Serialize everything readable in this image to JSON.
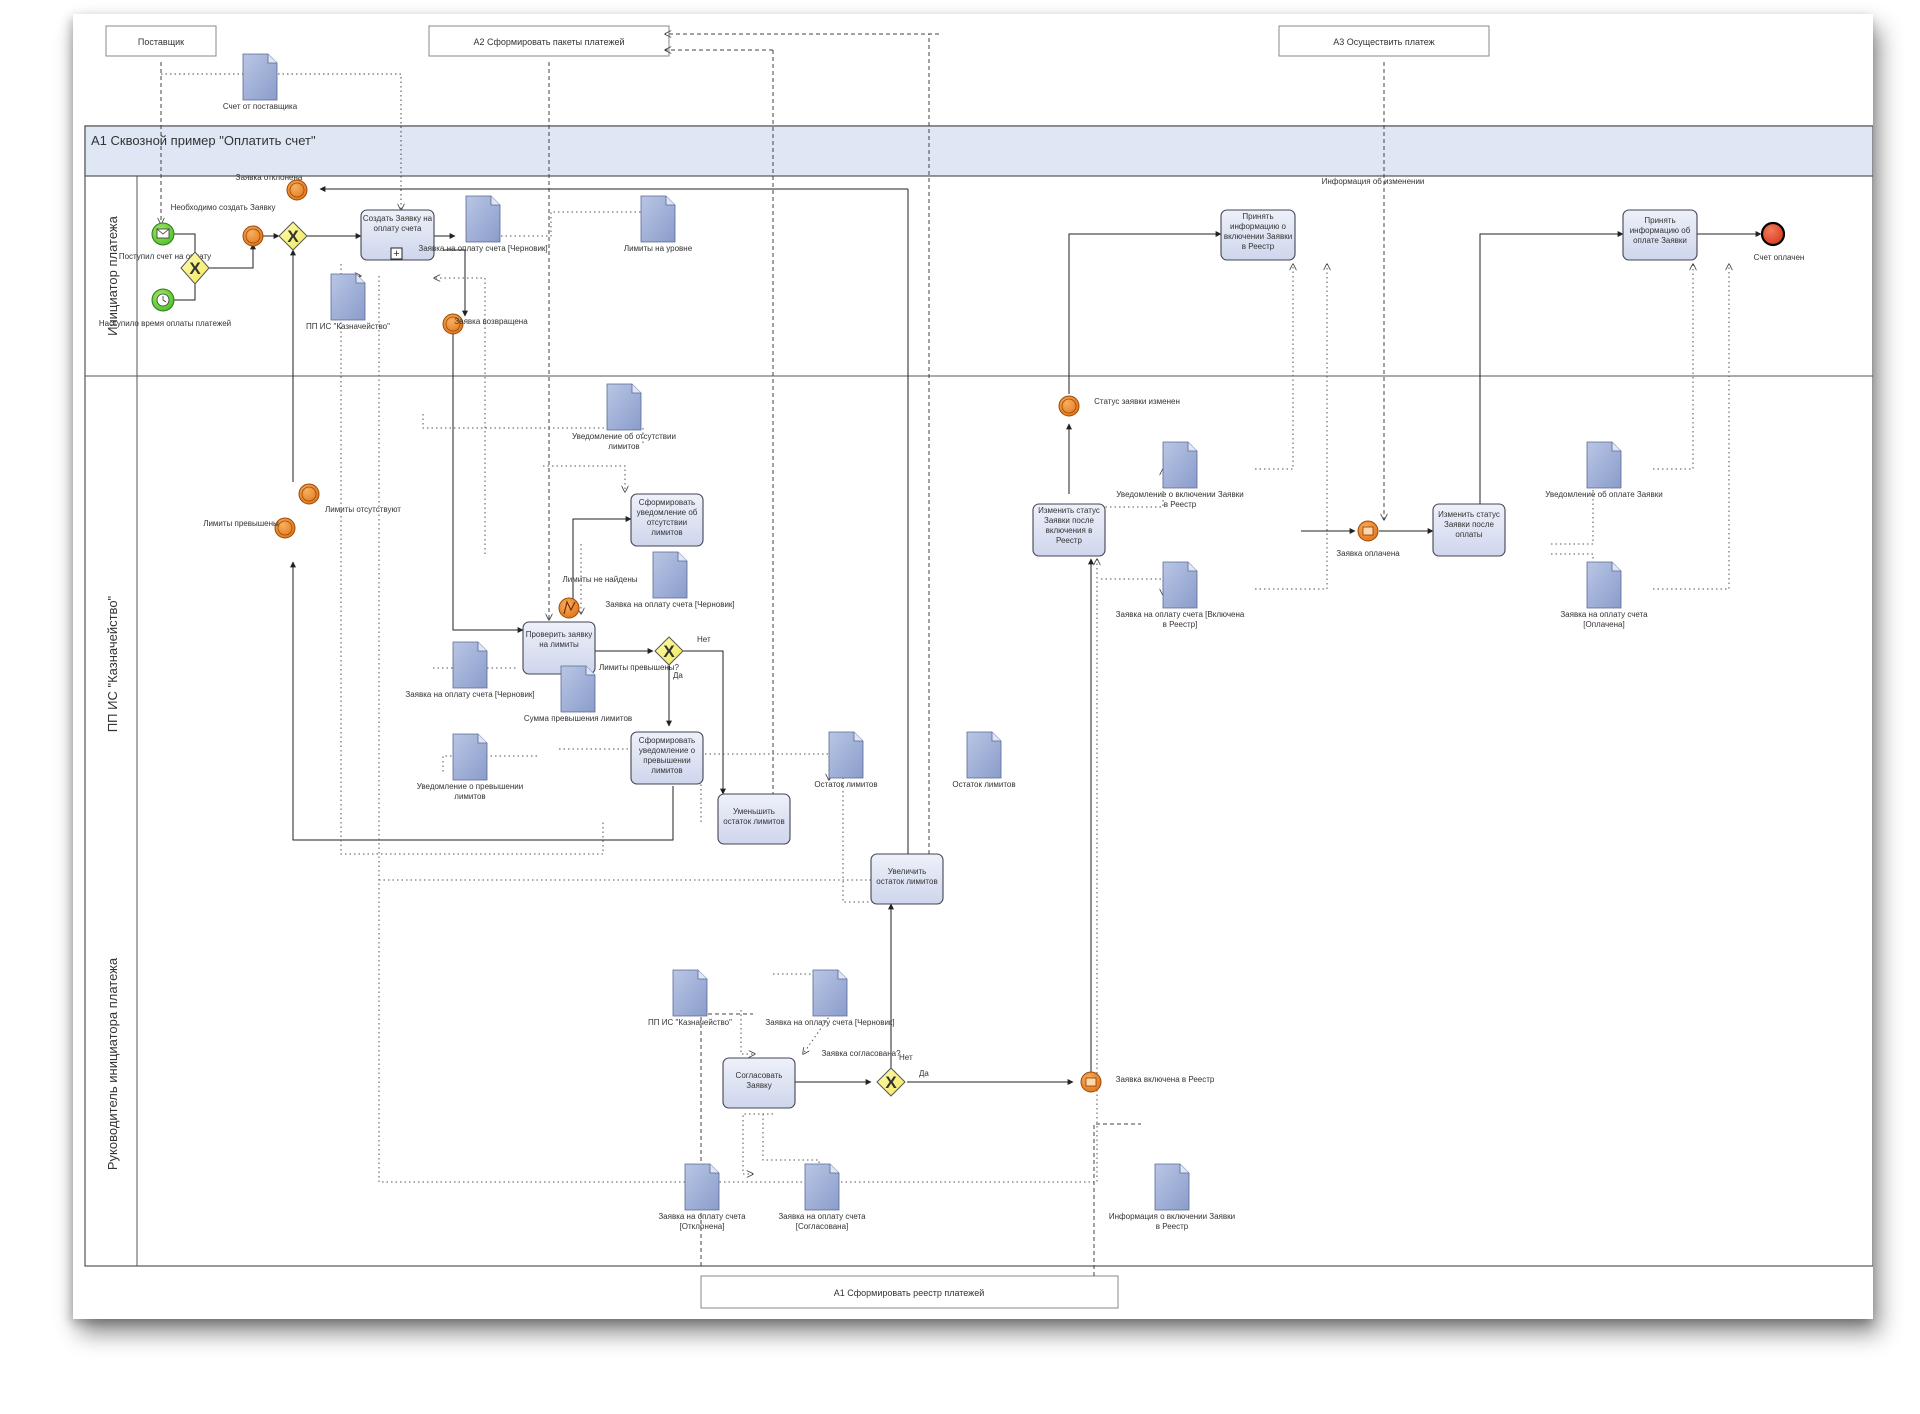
{
  "external": {
    "supplier": "Поставщик",
    "a2": "А2 Сформировать пакеты платежей",
    "a3": "А3 Осуществить платеж",
    "a1_registry": "А1 Сформировать реестр платежей"
  },
  "pool_title": "А1 Сквозной пример \"Оплатить счет\"",
  "lanes": [
    "Инициатор платежа",
    "ПП ИС \"Казначейство\"",
    "Руководитель инициатора платежа"
  ],
  "tasks": {
    "create": "Создать Заявку на оплату счета",
    "check": "Проверить заявку на лимиты",
    "notify_absent": "Сформировать уведомление об отсутствии лимитов",
    "notify_exceed": "Сформировать уведомление о превышении лимитов",
    "decrease": "Уменьшить остаток лимитов",
    "increase": "Увеличить остаток лимитов",
    "approve": "Согласовать Заявку",
    "change_status_registry": "Изменить статус Заявки после включения в Реестр",
    "receive_info_registry": "Принять информацию о включении Заявки в Реестр",
    "change_status_paid": "Изменить статус Заявки после оплаты",
    "receive_info_paid": "Принять информацию об оплате Заявки"
  },
  "docs": {
    "supplier_invoice": "Счет от поставщика",
    "draft_request": "Заявка на оплату счета [Черновик]",
    "limits_request": "Лимиты на уровне",
    "pp_is": "ПП ИС \"Казначейство\"",
    "absent_notice": "Уведомление об отсутствии лимитов",
    "request_draft2": "Заявка на оплату счета [Черновик]",
    "request_draft3": "Заявка на оплату счета [Черновик]",
    "exceed_sum": "Сумма превышения лимитов",
    "exceed_notice": "Уведомление о превышении лимитов",
    "remaining1": "Остаток лимитов",
    "remaining2": "Остаток лимитов",
    "pp_is2": "ПП ИС \"Казначейство\"",
    "request_draft4": "Заявка на оплату счета [Черновик]",
    "request_rejected": "Заявка на оплату счета [Отклонена]",
    "request_approved": "Заявка на оплату счета [Согласована]",
    "registry_info": "Информация о включении Заявки в Реестр",
    "registry_notice": "Уведомление о включении Заявки в Реестр",
    "request_in_registry": "Заявка на оплату счета [Включена в Реестр]",
    "paid_notice": "Уведомление об оплате Заявки",
    "request_paid": "Заявка на оплату счета [Оплачена]"
  },
  "events": {
    "invoice_received": "Поступил счет на оплату",
    "time_arrived": "Наступило время оплаты платежей",
    "need_create": "Необходимо создать Заявку",
    "rejected": "Заявка отклонена",
    "returned": "Заявка возвращена",
    "limits_exceeded": "Лимиты превышены",
    "limits_absent": "Лимиты отсутствуют",
    "limits_not_found": "Лимиты не найдены",
    "status_changed": "Статус заявки изменен",
    "info_about_change": "Информация об изменении",
    "request_paid": "Заявка оплачена",
    "included_registry": "Заявка включена в Реестр",
    "end_event": "Счет оплачен"
  },
  "gateways": {
    "limits_q": "Лимиты превышены?",
    "approve_q": "Заявка согласована?",
    "yes": "Да",
    "no": "Нет"
  }
}
